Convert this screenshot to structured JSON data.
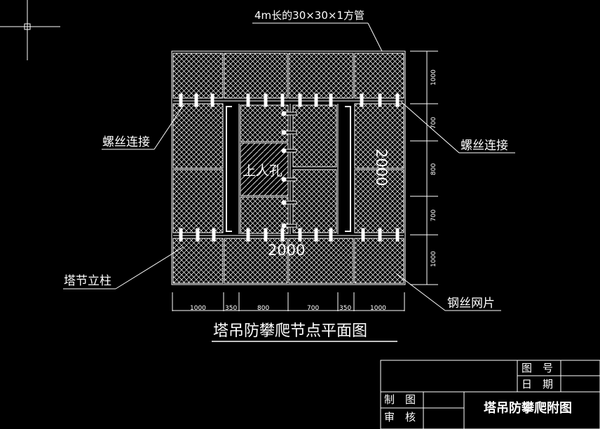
{
  "drawing": {
    "top_label": "4m长的30×30×1方管",
    "callouts": {
      "bolt_left": "螺丝连接",
      "bolt_right": "螺丝连接",
      "tower_column": "塔节立柱",
      "wire_mesh": "钢丝网片"
    },
    "access_hole_label": "上人孔",
    "dim_horizontal_overall": "2000",
    "dim_vertical_overall": "2000",
    "dims_bottom": [
      "1000",
      "350",
      "800",
      "700",
      "350",
      "1000"
    ],
    "dims_right": [
      "1000",
      "700",
      "800",
      "700",
      "1000"
    ],
    "caption": "塔吊防攀爬节点平面图"
  },
  "title_block": {
    "drawing_no_label": "图　号",
    "date_label": "日　期",
    "drawn_by_label": "制　图",
    "reviewed_by_label": "审　核",
    "drawing_title": "塔吊防攀爬附图"
  },
  "colors": {
    "background": "#000000",
    "lines": "#ffffff"
  }
}
